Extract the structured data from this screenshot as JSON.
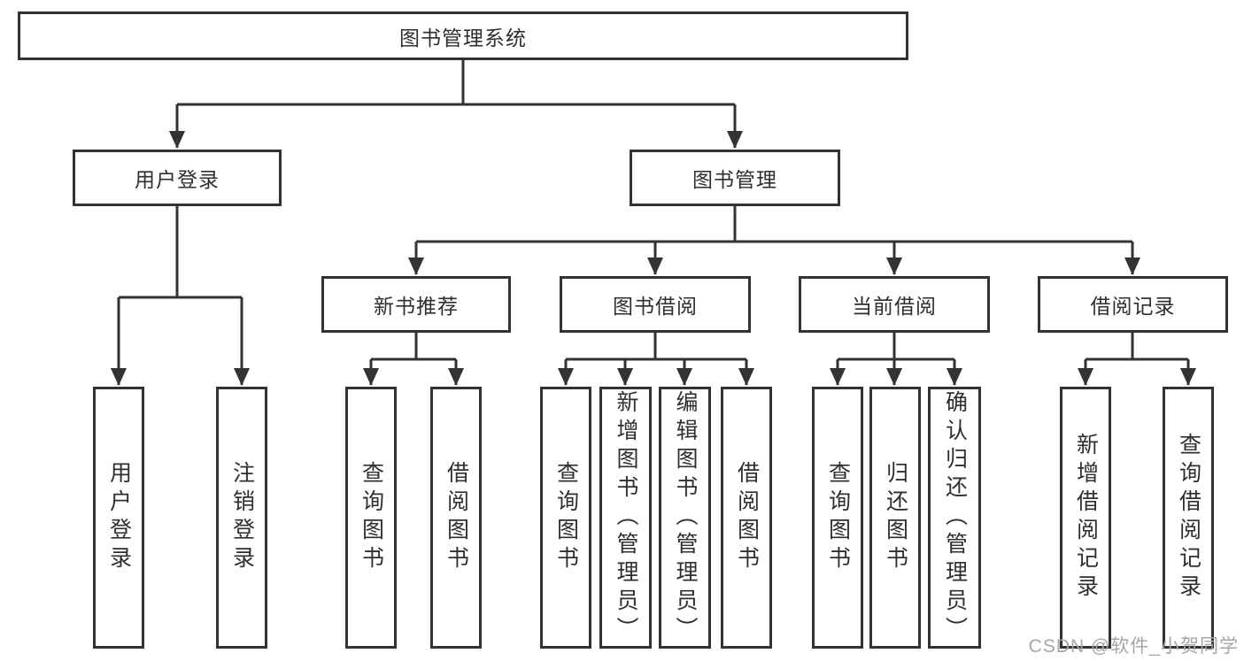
{
  "diagram": {
    "kind": "functional-structure-tree",
    "colors": {
      "line": "#333333",
      "text": "#2f2f2f",
      "box_bg": "#ffffff",
      "watermark": "#a6a6a6"
    },
    "tree": {
      "label": "图书管理系统",
      "children": [
        {
          "label": "用户登录",
          "children": [
            {
              "label": "用户登录"
            },
            {
              "label": "注销登录"
            }
          ]
        },
        {
          "label": "图书管理",
          "children": [
            {
              "label": "新书推荐",
              "children": [
                {
                  "label": "查询图书"
                },
                {
                  "label": "借阅图书"
                }
              ]
            },
            {
              "label": "图书借阅",
              "children": [
                {
                  "label": "查询图书"
                },
                {
                  "label": "新增图书（管理员）"
                },
                {
                  "label": "编辑图书（管理员）"
                },
                {
                  "label": "借阅图书"
                }
              ]
            },
            {
              "label": "当前借阅",
              "children": [
                {
                  "label": "查询图书"
                },
                {
                  "label": "归还图书"
                },
                {
                  "label": "确认归还（管理员）"
                }
              ]
            },
            {
              "label": "借阅记录",
              "children": [
                {
                  "label": "新增借阅记录"
                },
                {
                  "label": "查询借阅记录"
                }
              ]
            }
          ]
        }
      ]
    },
    "watermark": {
      "text": "CSDN @软件_小贺同学"
    }
  }
}
